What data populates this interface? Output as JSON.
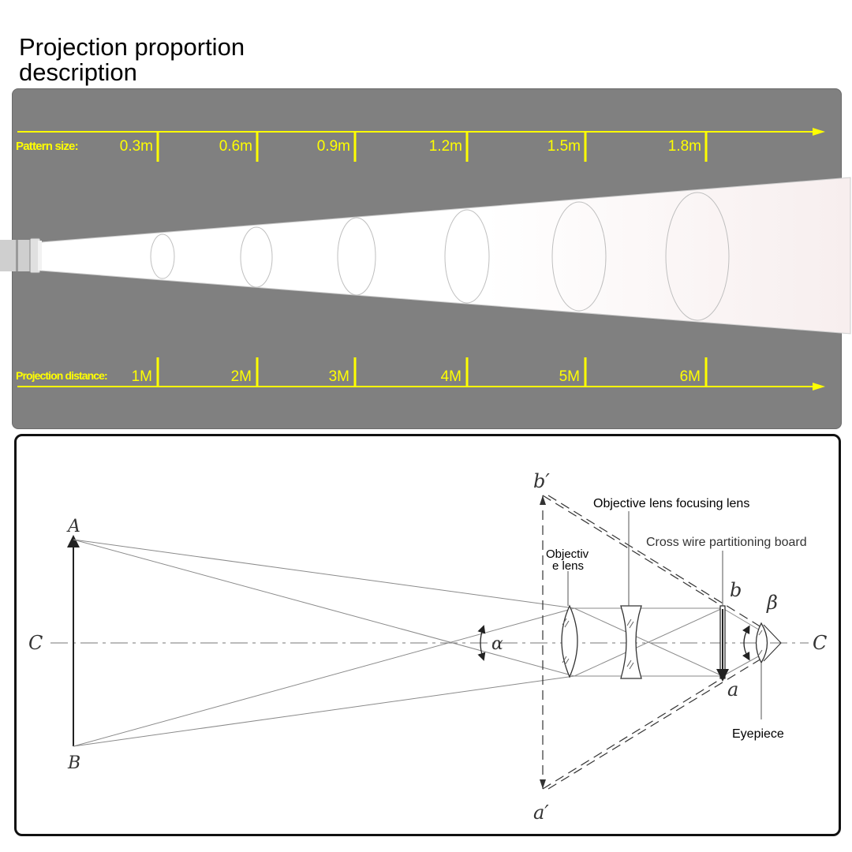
{
  "title": "Projection proportion description",
  "projection": {
    "pattern_label": "Pattern size:",
    "distance_label": "Projection distance:",
    "pattern_sizes": [
      "0.3m",
      "0.6m",
      "0.9m",
      "1.2m",
      "1.5m",
      "1.8m"
    ],
    "distances": [
      "1M",
      "2M",
      "3M",
      "4M",
      "5M",
      "6M"
    ],
    "colors": {
      "scale": "#ffff00",
      "background": "#808080"
    }
  },
  "optics": {
    "point_labels": {
      "A": "A",
      "B": "B",
      "C_left": "C",
      "C_right": "C",
      "a": "a",
      "b": "b",
      "a_prime": "a′",
      "b_prime": "b′",
      "alpha": "α",
      "beta": "β"
    },
    "components": {
      "objective_focusing": "Objective lens focusing lens",
      "cross_wire": "Cross wire partitioning board",
      "objective_line1": "Objectiv",
      "objective_line2": "e lens",
      "eyepiece": "Eyepiece"
    }
  }
}
